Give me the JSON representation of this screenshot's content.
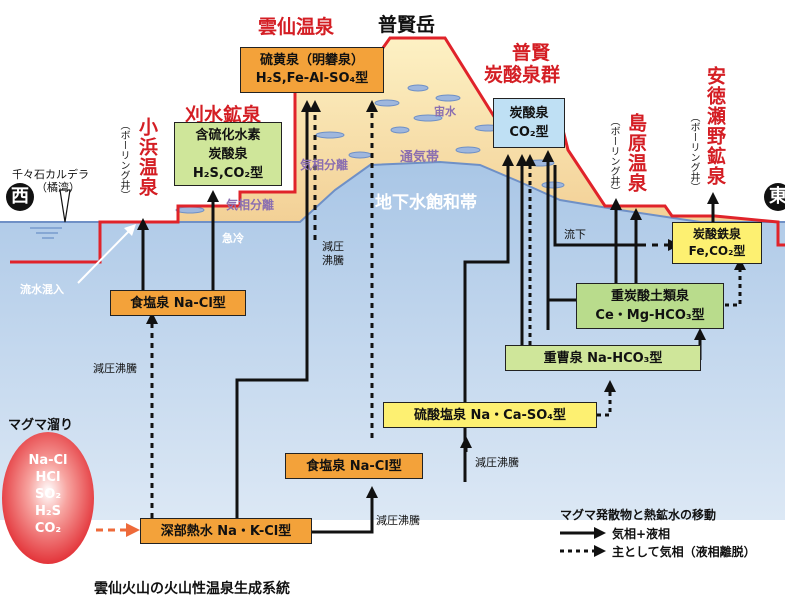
{
  "places": {
    "fugendake": "普賢岳",
    "unzen": "雲仙温泉",
    "karimizu": "刈水鉱泉",
    "kohama": "小浜温泉",
    "fugen_tansan_1": "普賢",
    "fugen_tansan_2": "炭酸泉群",
    "shimabara": "島原温泉",
    "antokuseno": "安徳瀬野鉱泉",
    "boring": "（ボーリング井）",
    "chijiwa_1": "千々石カルデラ",
    "chijiwa_2": "（橘湾）",
    "west": "西",
    "east": "東"
  },
  "zones": {
    "chika": "地下水飽和帯",
    "tsuuki": "通気帯",
    "uchu": "宙水",
    "kiso1": "気相分離",
    "kiso2": "気相分離"
  },
  "labels": {
    "kyurei": "急冷",
    "genatsu_futto_v": "減圧沸騰",
    "genatsu_futto_left": "減圧沸騰",
    "genatsu_futto_mid": "減圧沸騰",
    "genatsu_futto_bottom": "減圧沸騰",
    "ryuka": "流下",
    "ryusui": "流水混入"
  },
  "boxes": {
    "unzen_1": "硫黄泉（明礬泉）",
    "unzen_2": "H₂S,Fe-Al-SO₄型",
    "karimizu_1": "含硫化水素",
    "karimizu_2": "炭酸泉",
    "karimizu_3": "H₂S,CO₂型",
    "tansan_1": "炭酸泉",
    "tansan_2": "CO₂型",
    "tansan_tetsu_1": "炭酸鉄泉",
    "tansan_tetsu_2": "Fe,CO₂型",
    "shokuen_left": "食塩泉 Na-Cl型",
    "shokuen_mid": "食塩泉 Na-Cl型",
    "jutansan_1": "重炭酸土類泉",
    "jutansan_2": "Ce・Mg-HCO₃型",
    "jusou": "重曹泉 Na-HCO₃型",
    "ryusan": "硫酸塩泉 Na・Ca-SO₄型",
    "shinbu": "深部熱水 Na・K-Cl型"
  },
  "magma": {
    "title": "マグマ溜り",
    "items": [
      "Na-Cl",
      "HCl",
      "SO₂",
      "H₂S",
      "CO₂"
    ]
  },
  "legend": {
    "title": "マグマ発散物と熱鉱水の移動",
    "solid": "気相+液相",
    "dashed": "主として気相（液相離脱）"
  },
  "caption": "雲仙火山の火山性温泉生成系統",
  "colors": {
    "accent_red": "#d41e24",
    "ground_line": "#e0232a",
    "water_blue": "#bcd3ec",
    "zone_purple": "#8b6fb0"
  }
}
